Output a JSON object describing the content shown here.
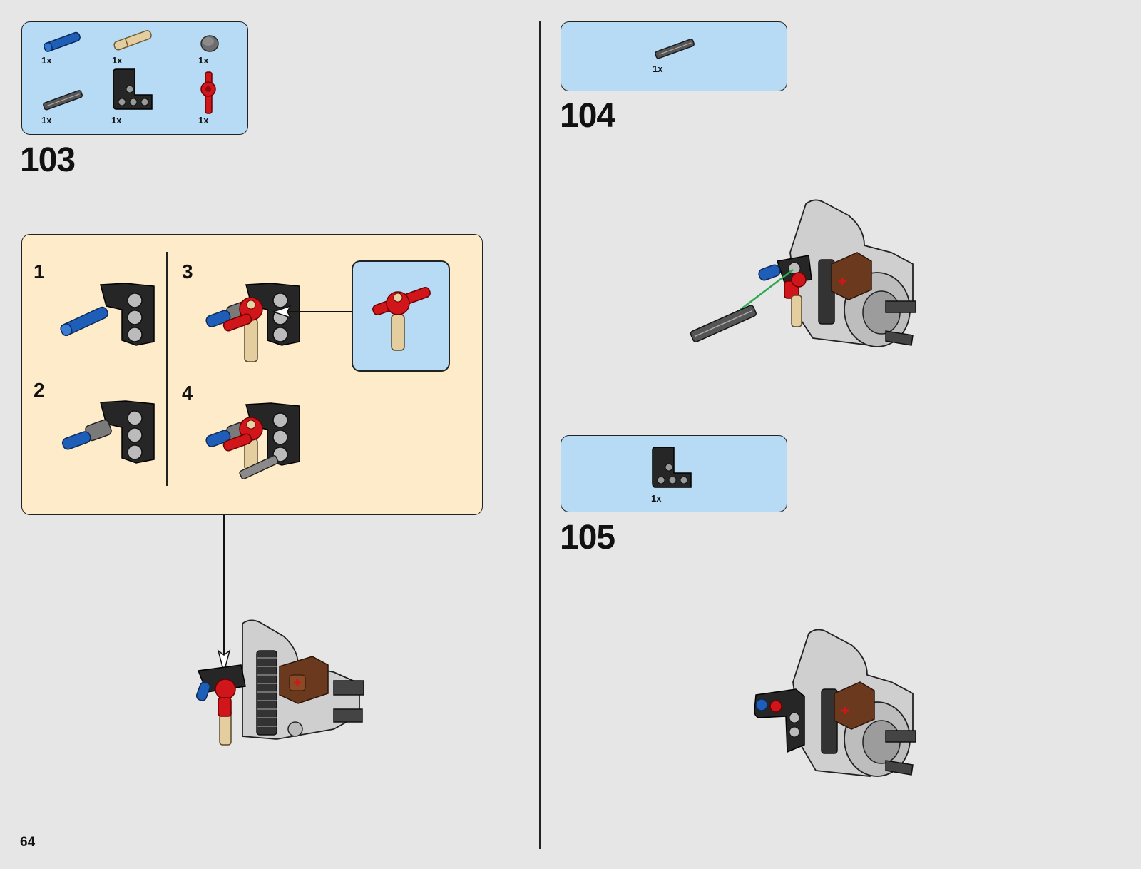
{
  "page_number": "64",
  "steps": [
    {
      "number": "103",
      "parts": [
        {
          "qty": "1x",
          "icon": "blue-pin-icon"
        },
        {
          "qty": "1x",
          "icon": "tan-axle-pin-icon"
        },
        {
          "qty": "1x",
          "icon": "grey-bush-icon"
        },
        {
          "qty": "1x",
          "icon": "grey-axle-icon"
        },
        {
          "qty": "1x",
          "icon": "black-beam-icon"
        },
        {
          "qty": "1x",
          "icon": "red-connector-icon"
        }
      ],
      "substeps": [
        "1",
        "2",
        "3",
        "4"
      ]
    },
    {
      "number": "104",
      "parts": [
        {
          "qty": "1x",
          "icon": "grey-axle-icon"
        }
      ]
    },
    {
      "number": "105",
      "parts": [
        {
          "qty": "1x",
          "icon": "black-beam-icon"
        }
      ]
    }
  ],
  "colors": {
    "parts_box": "#b7daf5",
    "subassembly_box": "#feebc9",
    "background": "#e6e6e6",
    "lego_red": "#d0151b",
    "lego_blue": "#1f5eb8",
    "lego_tan": "#e4cd9e",
    "lego_brown": "#6b3a1e",
    "lego_dark_grey": "#2b2b2b",
    "lego_light_grey": "#c9c9c9"
  }
}
